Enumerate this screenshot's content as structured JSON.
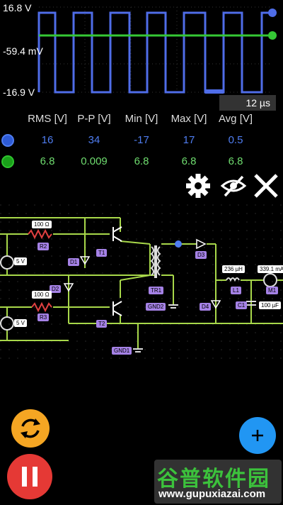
{
  "oscilloscope": {
    "v_top": "16.8 V",
    "v_mid": "-59.4 mV",
    "v_bottom": "-16.9 V",
    "time_scale": "12 µs",
    "trace_colors": {
      "voltage": "#4f6de8",
      "current": "#35c835"
    }
  },
  "measurements": {
    "headers": [
      "RMS [V]",
      "P-P [V]",
      "Min [V]",
      "Max [V]",
      "Avg [V]"
    ],
    "rows": [
      {
        "color": "#4f7df0",
        "values": [
          "16",
          "34",
          "-17",
          "17",
          "0.5"
        ]
      },
      {
        "color": "#6fdc6f",
        "values": [
          "6.8",
          "0.009",
          "6.8",
          "6.8",
          "6.8"
        ]
      }
    ]
  },
  "toolbar": {
    "icons": [
      "gear-icon",
      "eye-off-icon",
      "close-icon"
    ]
  },
  "circuit": {
    "labels": {
      "r2_value": "100 Ω",
      "r2": "R2",
      "r3_value": "100 Ω",
      "r3": "R3",
      "v1": "5 V",
      "v2": "5 V",
      "t1": "T1",
      "t2": "T2",
      "d1": "D1",
      "d2": "D2",
      "d3": "D3",
      "d4": "D4",
      "tr1": "TR1",
      "gnd1": "GND1",
      "gnd2": "GND2",
      "l1_value": "236 µH",
      "l1": "L1",
      "c1_value": "100 µF",
      "c1": "C1",
      "m1_value": "339.1 mA",
      "m1": "M1"
    }
  },
  "watermark": {
    "title": "谷普软件园",
    "url": "www.gupuxiazai.com"
  }
}
